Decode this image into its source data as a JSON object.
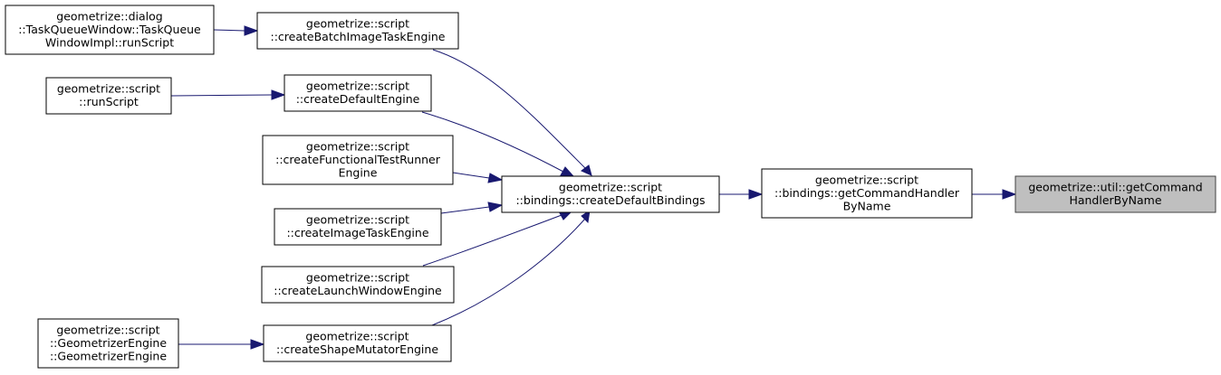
{
  "diagram": {
    "type": "call-graph",
    "colors": {
      "edge": "#191970",
      "node_border": "#000000",
      "node_fill": "#ffffff",
      "focus_fill": "#bfbfbf"
    },
    "nodes": [
      {
        "id": "getCommandHandlerByName_util",
        "lines": [
          "geometrize::util::getCommand",
          "HandlerByName"
        ],
        "highlight": true
      },
      {
        "id": "getCommandHandlerByName_bindings",
        "lines": [
          "geometrize::script",
          "::bindings::getCommandHandler",
          "ByName"
        ]
      },
      {
        "id": "createDefaultBindings",
        "lines": [
          "geometrize::script",
          "::bindings::createDefaultBindings"
        ]
      },
      {
        "id": "createBatchImageTaskEngine",
        "lines": [
          "geometrize::script",
          "::createBatchImageTaskEngine"
        ]
      },
      {
        "id": "createDefaultEngine",
        "lines": [
          "geometrize::script",
          "::createDefaultEngine"
        ]
      },
      {
        "id": "createFunctionalTestRunnerEngine",
        "lines": [
          "geometrize::script",
          "::createFunctionalTestRunner",
          "Engine"
        ]
      },
      {
        "id": "createImageTaskEngine",
        "lines": [
          "geometrize::script",
          "::createImageTaskEngine"
        ]
      },
      {
        "id": "createLaunchWindowEngine",
        "lines": [
          "geometrize::script",
          "::createLaunchWindowEngine"
        ]
      },
      {
        "id": "createShapeMutatorEngine",
        "lines": [
          "geometrize::script",
          "::createShapeMutatorEngine"
        ]
      },
      {
        "id": "taskQueueRunScript",
        "lines": [
          "geometrize::dialog",
          "::TaskQueueWindow::TaskQueue",
          "WindowImpl::runScript"
        ]
      },
      {
        "id": "runScript",
        "lines": [
          "geometrize::script",
          "::runScript"
        ]
      },
      {
        "id": "geometrizerEngine",
        "lines": [
          "geometrize::script",
          "::GeometrizerEngine",
          "::GeometrizerEngine"
        ]
      }
    ],
    "edges": [
      {
        "from": "getCommandHandlerByName_bindings",
        "to": "getCommandHandlerByName_util"
      },
      {
        "from": "createDefaultBindings",
        "to": "getCommandHandlerByName_bindings"
      },
      {
        "from": "createBatchImageTaskEngine",
        "to": "createDefaultBindings"
      },
      {
        "from": "createDefaultEngine",
        "to": "createDefaultBindings"
      },
      {
        "from": "createFunctionalTestRunnerEngine",
        "to": "createDefaultBindings"
      },
      {
        "from": "createImageTaskEngine",
        "to": "createDefaultBindings"
      },
      {
        "from": "createLaunchWindowEngine",
        "to": "createDefaultBindings"
      },
      {
        "from": "createShapeMutatorEngine",
        "to": "createDefaultBindings"
      },
      {
        "from": "taskQueueRunScript",
        "to": "createBatchImageTaskEngine"
      },
      {
        "from": "runScript",
        "to": "createDefaultEngine"
      },
      {
        "from": "geometrizerEngine",
        "to": "createShapeMutatorEngine"
      }
    ]
  }
}
